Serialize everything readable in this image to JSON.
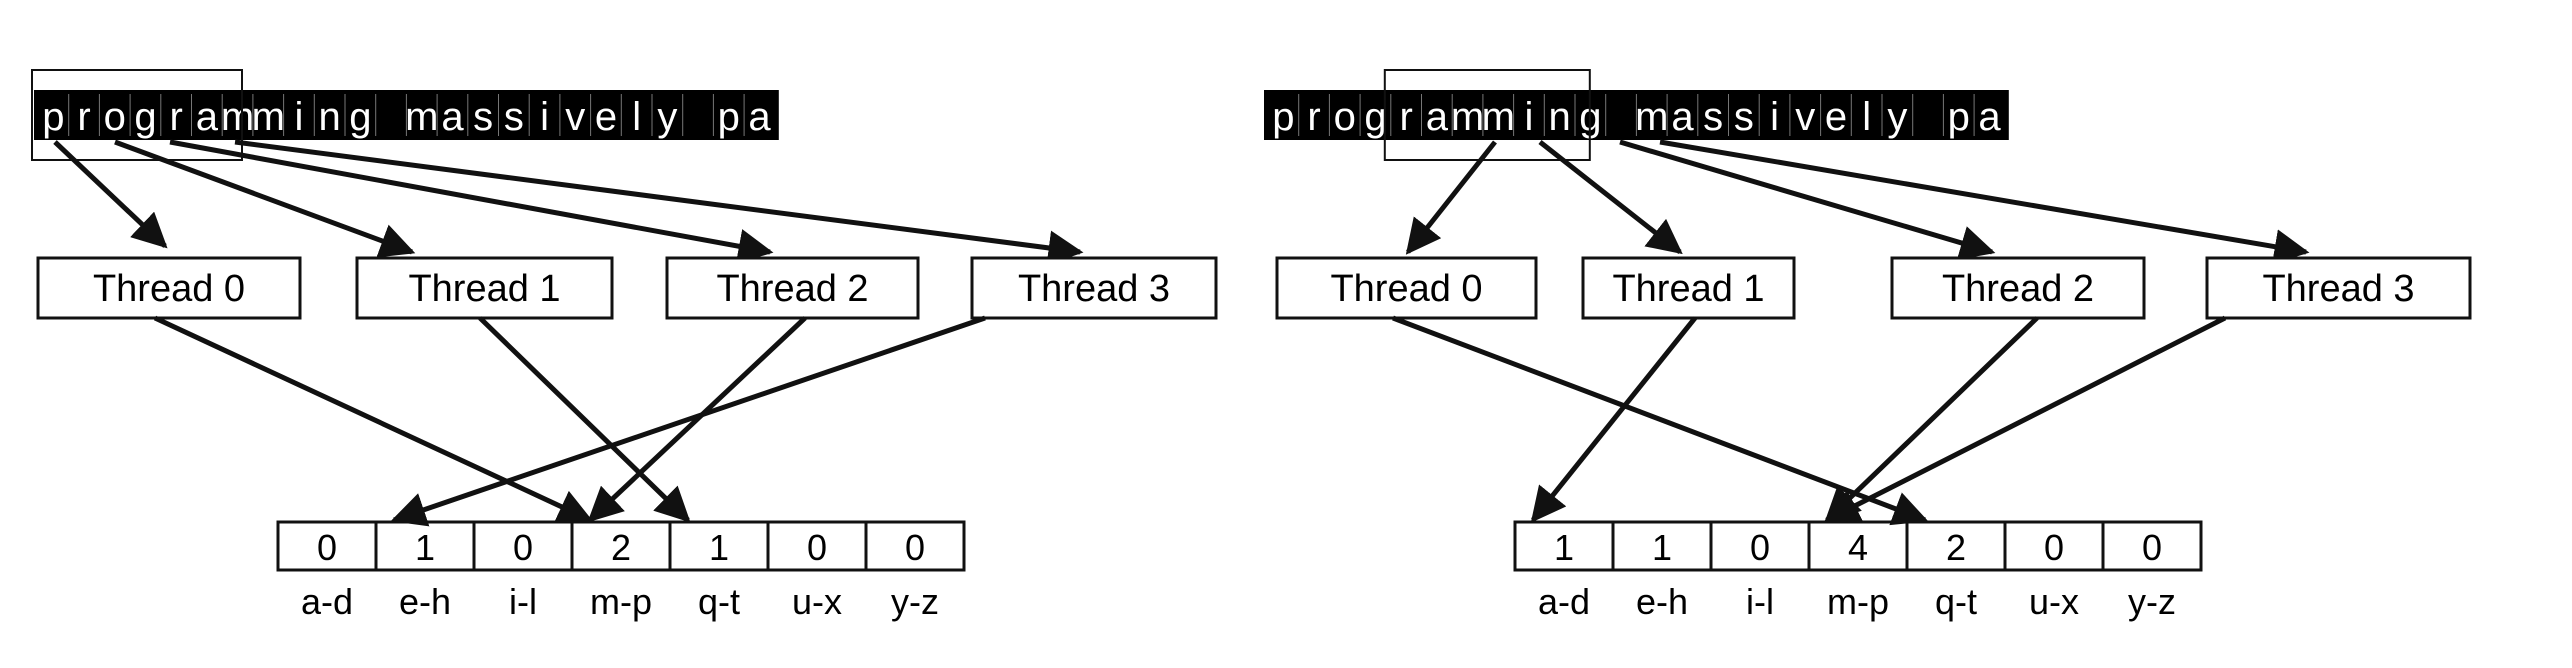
{
  "panels": [
    {
      "text_strip": [
        "p",
        "r",
        "o",
        "g",
        "r",
        "a",
        "m",
        "m",
        "i",
        "n",
        "g",
        " ",
        "m",
        "a",
        "s",
        "s",
        "i",
        "v",
        "e",
        "l",
        "y",
        " ",
        "p",
        "a"
      ],
      "section_start": 0,
      "threads": [
        "Thread 0",
        "Thread 1",
        "Thread 2",
        "Thread 3"
      ],
      "histogram": {
        "values": [
          "0",
          "1",
          "0",
          "2",
          "1",
          "0",
          "0"
        ],
        "bins": [
          "a-d",
          "e-h",
          "i-l",
          "m-p",
          "q-t",
          "u-x",
          "y-z"
        ]
      },
      "thread_to_bin": [
        3,
        4,
        3,
        1
      ]
    },
    {
      "text_strip": [
        "p",
        "r",
        "o",
        "g",
        "r",
        "a",
        "m",
        "m",
        "i",
        "n",
        "g",
        " ",
        "m",
        "a",
        "s",
        "s",
        "i",
        "v",
        "e",
        "l",
        "y",
        " ",
        "p",
        "a"
      ],
      "section_start": 4,
      "threads": [
        "Thread 0",
        "Thread 1",
        "Thread 2",
        "Thread 3"
      ],
      "histogram": {
        "values": [
          "1",
          "1",
          "0",
          "4",
          "2",
          "0",
          "0"
        ],
        "bins": [
          "a-d",
          "e-h",
          "i-l",
          "m-p",
          "q-t",
          "u-x",
          "y-z"
        ]
      },
      "thread_to_bin": [
        4,
        0,
        3,
        3
      ]
    }
  ],
  "colors": {
    "strip_bg": "#000000",
    "strip_text": "#ffffff",
    "stroke": "#111111"
  }
}
